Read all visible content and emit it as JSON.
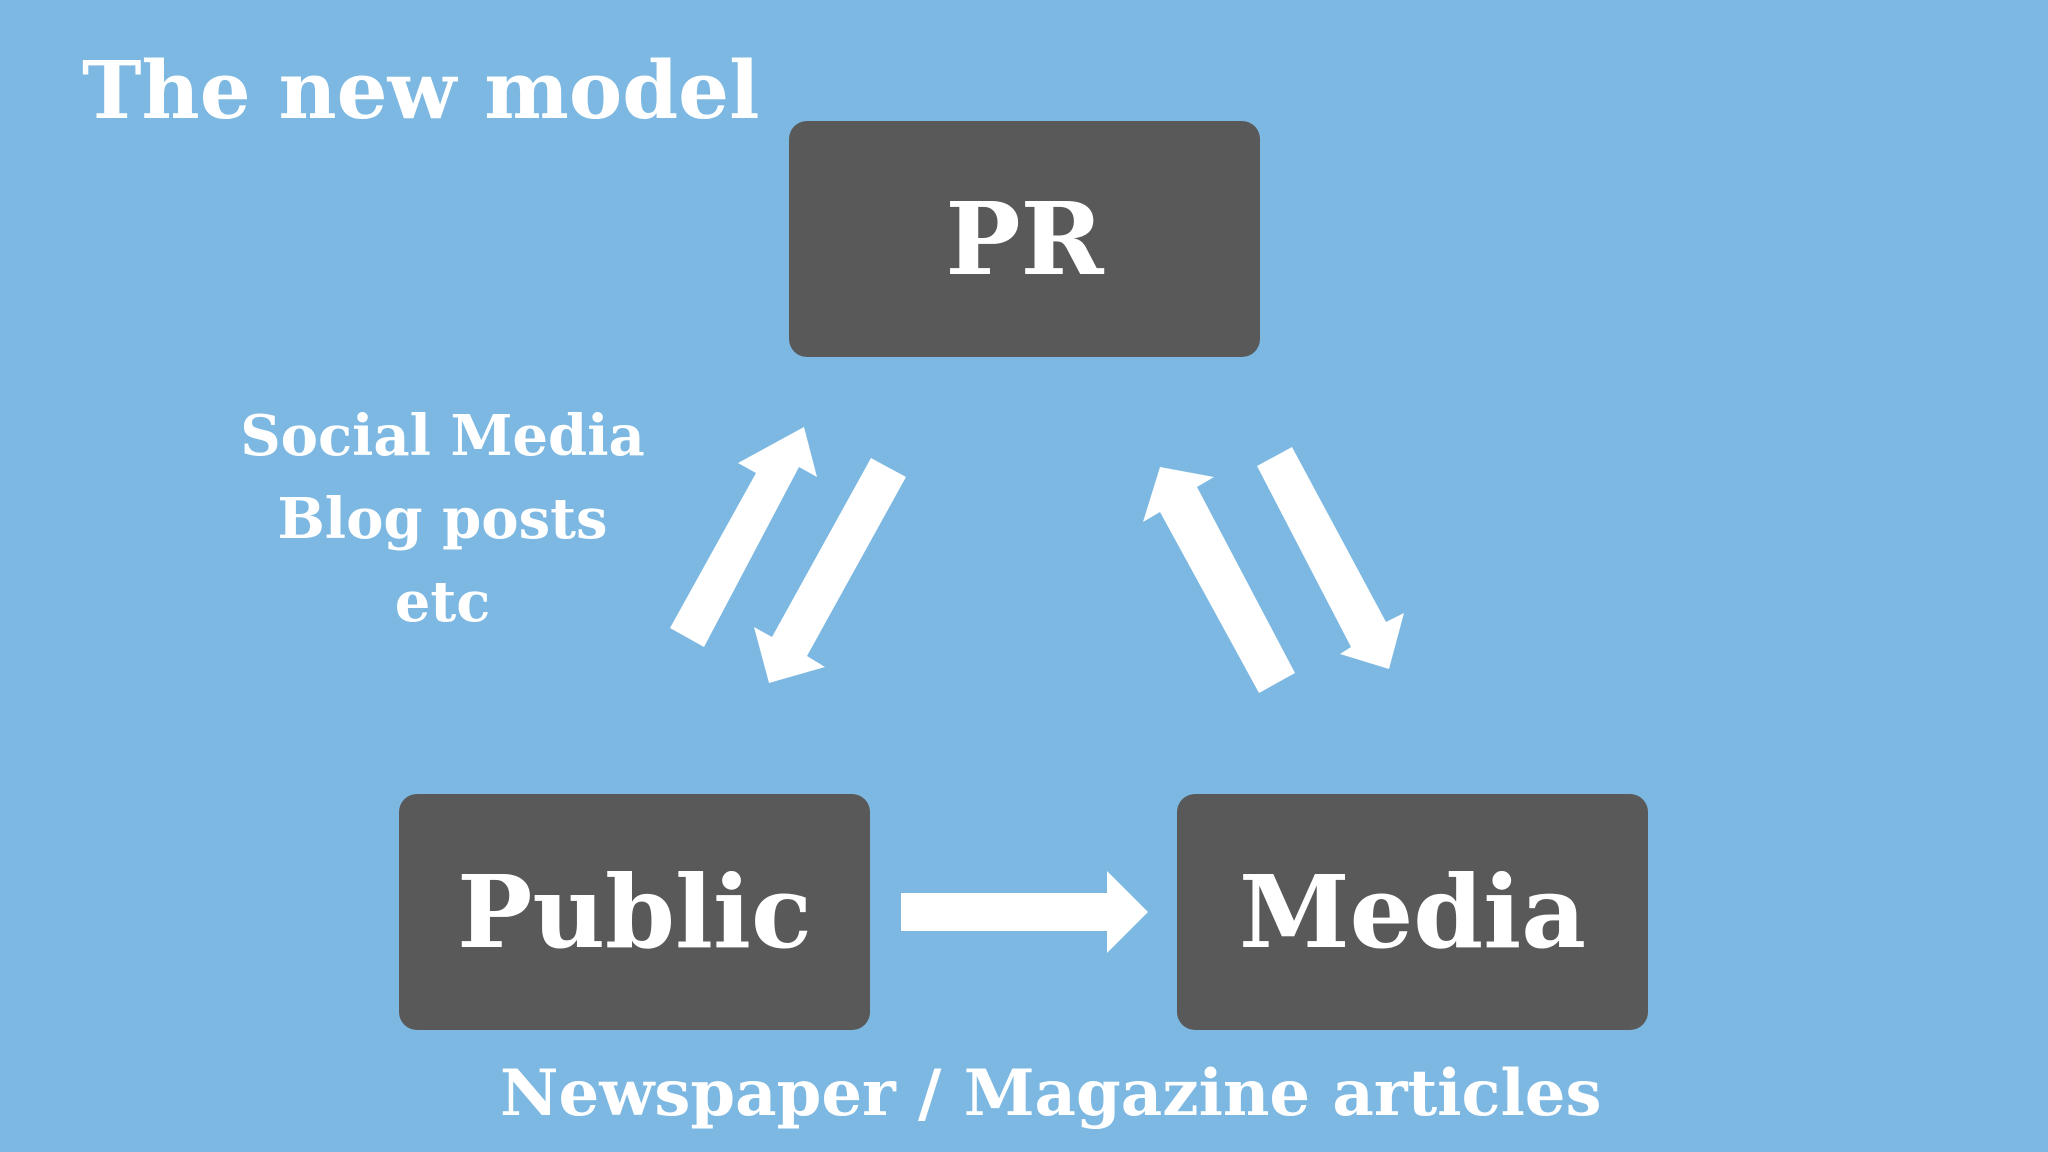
{
  "slide": {
    "title": "The new model",
    "background_color": "#7cb8e2"
  },
  "nodes": {
    "pr": {
      "label": "PR"
    },
    "public": {
      "label": "Public"
    },
    "media": {
      "label": "Media"
    },
    "fill_color": "#595959",
    "text_color": "#ffffff"
  },
  "labels": {
    "public_pr_channels": [
      "Social Media",
      "Blog posts",
      "etc"
    ],
    "public_media_channel": "Newspaper / Magazine articles"
  },
  "connections": [
    {
      "from": "Public",
      "to": "PR"
    },
    {
      "from": "PR",
      "to": "Public"
    },
    {
      "from": "Media",
      "to": "PR"
    },
    {
      "from": "PR",
      "to": "Media"
    },
    {
      "from": "Public",
      "to": "Media"
    }
  ]
}
